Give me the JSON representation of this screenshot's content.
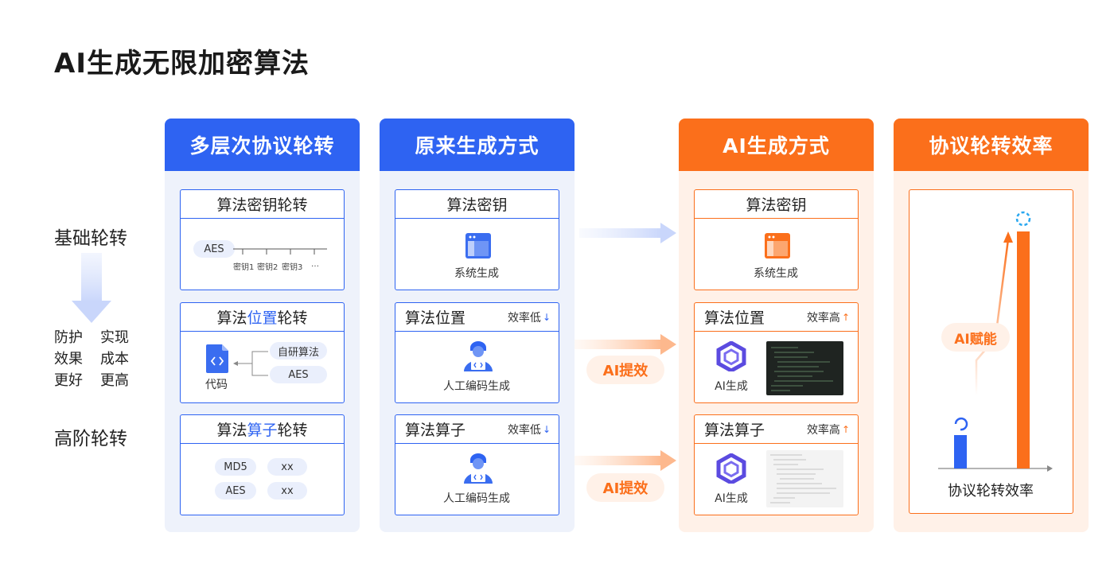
{
  "title": "AI生成无限加密算法",
  "side": {
    "basic": "基础轮转",
    "advanced": "高阶轮转",
    "benefits": [
      "防护",
      "实现",
      "效果",
      "成本",
      "更好",
      "更高"
    ]
  },
  "columns": {
    "c1": {
      "header": "多层次协议轮转",
      "card1": {
        "title": "算法密钥轮转",
        "aes": "AES",
        "keys": [
          "密钥1",
          "密钥2",
          "密钥3",
          "…"
        ]
      },
      "card2": {
        "title_pre": "算法",
        "title_hl": "位置",
        "title_post": "轮转",
        "opt1": "自研算法",
        "opt2": "AES",
        "code_label": "代码"
      },
      "card3": {
        "title_pre": "算法",
        "title_hl": "算子",
        "title_post": "轮转",
        "items": [
          "MD5",
          "xx",
          "AES",
          "xx"
        ]
      }
    },
    "c2": {
      "header": "原来生成方式",
      "card1": {
        "title": "算法密钥",
        "label": "系统生成"
      },
      "card2": {
        "title": "算法位置",
        "eff": "效率低",
        "label": "人工编码生成"
      },
      "card3": {
        "title": "算法算子",
        "eff": "效率低",
        "label": "人工编码生成"
      }
    },
    "c3": {
      "header": "AI生成方式",
      "card1": {
        "title": "算法密钥",
        "label": "系统生成"
      },
      "card2": {
        "title": "算法位置",
        "eff": "效率高",
        "label": "AI生成"
      },
      "card3": {
        "title": "算法算子",
        "eff": "效率高",
        "label": "AI生成"
      }
    },
    "c4": {
      "header": "协议轮转效率",
      "badge": "AI赋能",
      "chart_label": "协议轮转效率"
    }
  },
  "badges": {
    "ai_boost": "AI提效"
  },
  "colors": {
    "blue": "#2e63f2",
    "orange": "#fb6f1b"
  }
}
